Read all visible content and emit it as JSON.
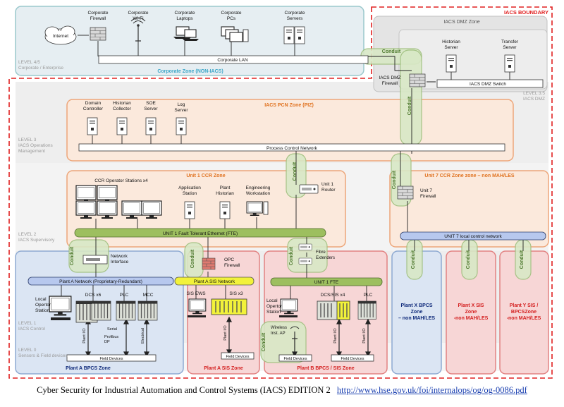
{
  "boundary_label": "IACS BOUNDARY",
  "levels": {
    "l45": [
      "LEVEL 4/5",
      "Corporate / Enterprise"
    ],
    "l35": [
      "LEVEL 3.5",
      "IACS DMZ"
    ],
    "l3": [
      "LEVEL 3",
      "IACS Operations",
      "Management"
    ],
    "l2": [
      "LEVEL 2",
      "IACS Supervisory"
    ],
    "l1": [
      "LEVEL 1",
      "IACS Control"
    ],
    "l0": [
      "LEVEL 0",
      "Sensors & Field devices"
    ]
  },
  "zones": {
    "corporate": "Corporate Zone (NON-IACS)",
    "dmz": "IACS DMZ Zone",
    "pcn": "IACS PCN Zone (PIZ)",
    "unit1_ccr": "Unit 1 CCR Zone",
    "unit7_ccr": "Unit 7 CCR Zone  zone – non MAH/LES",
    "plant_a_bpcs": "Plant A BPCS Zone",
    "plant_a_sis": "Plant A SIS Zone",
    "plant_b": "Plant B BPCS / SIS Zone",
    "plant_x_bpcs": [
      "Plant X BPCS",
      "Zone",
      "– non MAH/LES"
    ],
    "plant_x_sis": [
      "Plant X SIS",
      "Zone",
      "-non MAH/LES"
    ],
    "plant_y": [
      "Plant Y SIS /",
      "BPCSZone",
      "-non MAH/LES"
    ]
  },
  "corporate": {
    "internet": "Internet",
    "firewall": [
      "Corporate",
      "Firewall"
    ],
    "wifi": [
      "Corporate",
      "Wi-Fi"
    ],
    "laptops": [
      "Corporate",
      "Laptops"
    ],
    "pcs": [
      "Corporate",
      "PCs"
    ],
    "servers": [
      "Corporate",
      "Servers"
    ],
    "lan": "Corporate LAN"
  },
  "dmz": {
    "historian": [
      "Historian",
      "Server"
    ],
    "transfer": [
      "Transfer",
      "Server"
    ],
    "firewall": [
      "IACS DMZ",
      "Firewall"
    ],
    "switch": "IACS DMZ Switch"
  },
  "conduit": "Conduit",
  "pcn": {
    "domain": [
      "Domain",
      "Controller"
    ],
    "historian": [
      "Historian",
      "Collector"
    ],
    "soe": [
      "SOE",
      "Server"
    ],
    "log": [
      "Log",
      "Server"
    ],
    "network": "Process Control Network"
  },
  "unit1": {
    "operator_stations": "CCR Operator Stations x4",
    "app_station": [
      "Application",
      "Station"
    ],
    "plant_historian": [
      "Plant",
      "Historian"
    ],
    "eng_ws": [
      "Engineering",
      "Workstation"
    ],
    "router": [
      "Unit 1",
      "Router"
    ],
    "fte": "UNIT 1 Fault Tolerant Ethernet (FTE)"
  },
  "unit7": {
    "firewall": [
      "Unit 7",
      "Firewall"
    ],
    "network": "UNIT 7 local control network"
  },
  "plant_a": {
    "network_interface": [
      "Network",
      "Interface"
    ],
    "network": "Plant A Network (Proprietary-Redundant)",
    "local_station": [
      "Local",
      "Opertor",
      "Station"
    ],
    "dcs": "DCS x6",
    "plc": "PLC",
    "mcc": "MCC",
    "serial": "Serial",
    "profibus": [
      "Profibus",
      "DP"
    ],
    "plant_io": "Plant I/O",
    "electrical": "Electrical",
    "field_devices": "Field Devices"
  },
  "plant_a_sis": {
    "opc_firewall": [
      "OPC",
      "Firewall"
    ],
    "network": "Plant A SIS Network",
    "sis_ews": "SIS EWS",
    "sis": "SIS x3",
    "plant_io": "Plant I/O",
    "field_devices": "Field Devices"
  },
  "plant_b": {
    "fibre": [
      "Fibre",
      "Extenders"
    ],
    "network": "UNIT 1 FTE",
    "local_station": [
      "Local",
      "Opertor",
      "Station"
    ],
    "dcs_sis": "DCS/SIS x4",
    "plc": "PLC",
    "wireless": [
      "Wireless",
      "Inst. AP"
    ],
    "plant_io": "Plant I/O",
    "field_devices": "Field Devices"
  },
  "caption": {
    "text": "Cyber Security for Industrial Automation and Control Systems (IACS) EDITION 2",
    "link": "http://www.hse.gov.uk/foi/internalops/og/og-0086.pdf"
  },
  "colors": {
    "boundary": "#e02020",
    "corporate_fill": "#e6eef2",
    "corporate_edge": "#9ac8cc",
    "level_band": "#eeeeee",
    "orange_fill": "#fbe9dc",
    "orange_edge": "#eda67a",
    "blue_fill": "#dbe5f3",
    "blue_edge": "#8eaad2",
    "red_fill": "#f7d6d6",
    "red_edge": "#e28282",
    "conduit_fill": "#d8e8c6",
    "conduit_edge": "#9fbf7e",
    "fte_green": "#9dbf5f",
    "sis_yellow": "#f2f23a",
    "bus_blue": "#b7c8ee",
    "zone_title_orange": "#e0711e",
    "zone_title_red": "#d42020",
    "zone_title_blue": "#0f2a7a",
    "level_text": "#9a9a9a"
  }
}
